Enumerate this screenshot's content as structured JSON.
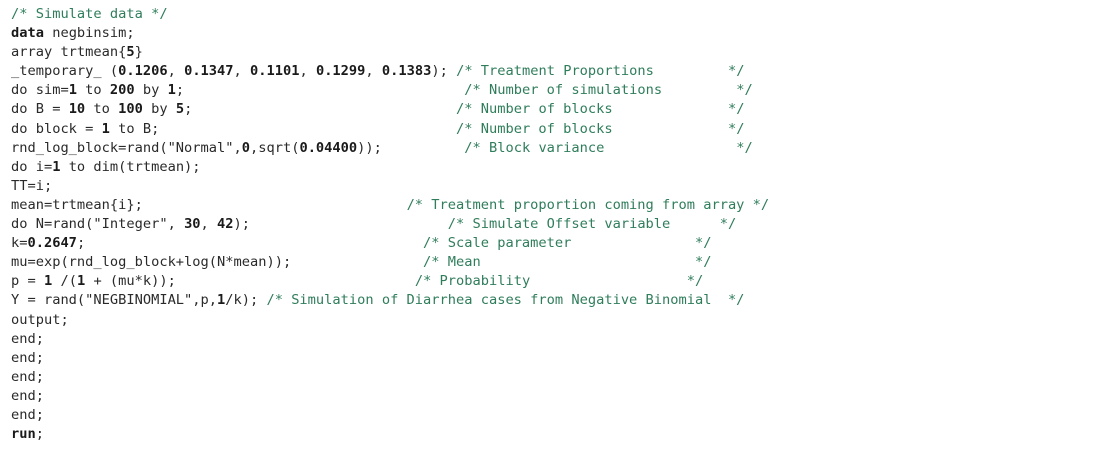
{
  "editor": {
    "lines": [
      [
        {
          "t": "/* Simulate data */",
          "k": "comment"
        }
      ],
      [
        {
          "t": "data",
          "k": "keyword"
        },
        {
          "t": " negbinsim;",
          "k": "plain"
        }
      ],
      [
        {
          "t": "array trtmean{",
          "k": "plain"
        },
        {
          "t": "5",
          "k": "number"
        },
        {
          "t": "}",
          "k": "plain"
        }
      ],
      [
        {
          "t": "_temporary_ (",
          "k": "plain"
        },
        {
          "t": "0.1206",
          "k": "number"
        },
        {
          "t": ", ",
          "k": "plain"
        },
        {
          "t": "0.1347",
          "k": "number"
        },
        {
          "t": ", ",
          "k": "plain"
        },
        {
          "t": "0.1101",
          "k": "number"
        },
        {
          "t": ", ",
          "k": "plain"
        },
        {
          "t": "0.1299",
          "k": "number"
        },
        {
          "t": ", ",
          "k": "plain"
        },
        {
          "t": "0.1383",
          "k": "number"
        },
        {
          "t": "); ",
          "k": "plain"
        },
        {
          "t": "/* Treatment Proportions         */",
          "k": "comment"
        }
      ],
      [
        {
          "t": "do sim=",
          "k": "plain"
        },
        {
          "t": "1",
          "k": "number"
        },
        {
          "t": " to ",
          "k": "plain"
        },
        {
          "t": "200",
          "k": "number"
        },
        {
          "t": " by ",
          "k": "plain"
        },
        {
          "t": "1",
          "k": "number"
        },
        {
          "t": ";                                  ",
          "k": "plain"
        },
        {
          "t": "/* Number of simulations         */",
          "k": "comment"
        }
      ],
      [
        {
          "t": "do B = ",
          "k": "plain"
        },
        {
          "t": "10",
          "k": "number"
        },
        {
          "t": " to ",
          "k": "plain"
        },
        {
          "t": "100",
          "k": "number"
        },
        {
          "t": " by ",
          "k": "plain"
        },
        {
          "t": "5",
          "k": "number"
        },
        {
          "t": ";                                ",
          "k": "plain"
        },
        {
          "t": "/* Number of blocks              */",
          "k": "comment"
        }
      ],
      [
        {
          "t": "do block = ",
          "k": "plain"
        },
        {
          "t": "1",
          "k": "number"
        },
        {
          "t": " to B;                                    ",
          "k": "plain"
        },
        {
          "t": "/* Number of blocks              */",
          "k": "comment"
        }
      ],
      [
        {
          "t": "rnd_log_block=rand(\"Normal\",",
          "k": "plain"
        },
        {
          "t": "0",
          "k": "number"
        },
        {
          "t": ",sqrt(",
          "k": "plain"
        },
        {
          "t": "0.04400",
          "k": "number"
        },
        {
          "t": "));          ",
          "k": "plain"
        },
        {
          "t": "/* Block variance                */",
          "k": "comment"
        }
      ],
      [
        {
          "t": "do i=",
          "k": "plain"
        },
        {
          "t": "1",
          "k": "number"
        },
        {
          "t": " to dim(trtmean);",
          "k": "plain"
        }
      ],
      [
        {
          "t": "TT=i;",
          "k": "plain"
        }
      ],
      [
        {
          "t": "mean=trtmean{i};                                ",
          "k": "plain"
        },
        {
          "t": "/* Treatment proportion coming from array */",
          "k": "comment"
        }
      ],
      [
        {
          "t": "do N=rand(\"Integer\", ",
          "k": "plain"
        },
        {
          "t": "30",
          "k": "number"
        },
        {
          "t": ", ",
          "k": "plain"
        },
        {
          "t": "42",
          "k": "number"
        },
        {
          "t": ");                        ",
          "k": "plain"
        },
        {
          "t": "/* Simulate Offset variable      */",
          "k": "comment"
        }
      ],
      [
        {
          "t": "k=",
          "k": "plain"
        },
        {
          "t": "0.2647",
          "k": "number"
        },
        {
          "t": ";                                         ",
          "k": "plain"
        },
        {
          "t": "/* Scale parameter               */",
          "k": "comment"
        }
      ],
      [
        {
          "t": "mu=exp(rnd_log_block+log(N*mean));                ",
          "k": "plain"
        },
        {
          "t": "/* Mean                          */",
          "k": "comment"
        }
      ],
      [
        {
          "t": "p = ",
          "k": "plain"
        },
        {
          "t": "1",
          "k": "number"
        },
        {
          "t": " /(",
          "k": "plain"
        },
        {
          "t": "1",
          "k": "number"
        },
        {
          "t": " + (mu*k));                             ",
          "k": "plain"
        },
        {
          "t": "/* Probability                   */",
          "k": "comment"
        }
      ],
      [
        {
          "t": "Y = rand(\"NEGBINOMIAL\",p,",
          "k": "plain"
        },
        {
          "t": "1",
          "k": "number"
        },
        {
          "t": "/k); ",
          "k": "plain"
        },
        {
          "t": "/* Simulation of Diarrhea cases from Negative Binomial  */",
          "k": "comment"
        }
      ],
      [
        {
          "t": "output;",
          "k": "plain"
        }
      ],
      [
        {
          "t": "end;",
          "k": "plain"
        }
      ],
      [
        {
          "t": "end;",
          "k": "plain"
        }
      ],
      [
        {
          "t": "end;",
          "k": "plain"
        }
      ],
      [
        {
          "t": "end;",
          "k": "plain"
        }
      ],
      [
        {
          "t": "end;",
          "k": "plain"
        }
      ],
      [
        {
          "t": "run",
          "k": "keyword"
        },
        {
          "t": ";",
          "k": "plain"
        }
      ]
    ]
  }
}
